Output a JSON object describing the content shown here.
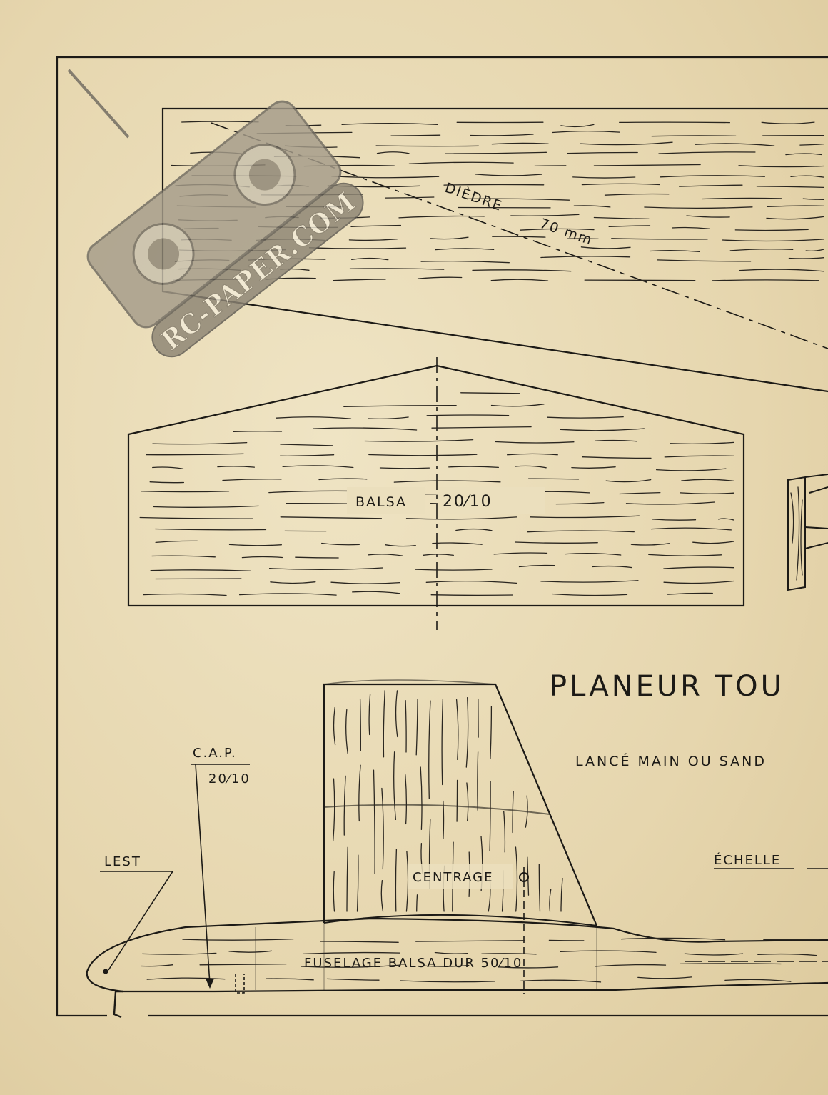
{
  "wing": {
    "dihedral_label": "DIÈDRE",
    "dihedral_value": "70 mm"
  },
  "tailplane": {
    "material": "BALSA",
    "thickness": "20⁄10"
  },
  "title": {
    "main": "PLANEUR TOU",
    "launch": "LANCÉ MAIN OU SAND",
    "scale": "ÉCHELLE"
  },
  "fuselage": {
    "cap_label": "C.A.P.",
    "cap_value": "20⁄10",
    "lest_label": "LEST",
    "centrage_label": "CENTRAGE",
    "fuselage_label": "FUSELAGE BALSA DUR 50⁄10"
  },
  "watermark": {
    "text": "RC-PAPER.COM"
  },
  "colors": {
    "paper": "#e9dcb8",
    "ink": "#1c1a16"
  }
}
